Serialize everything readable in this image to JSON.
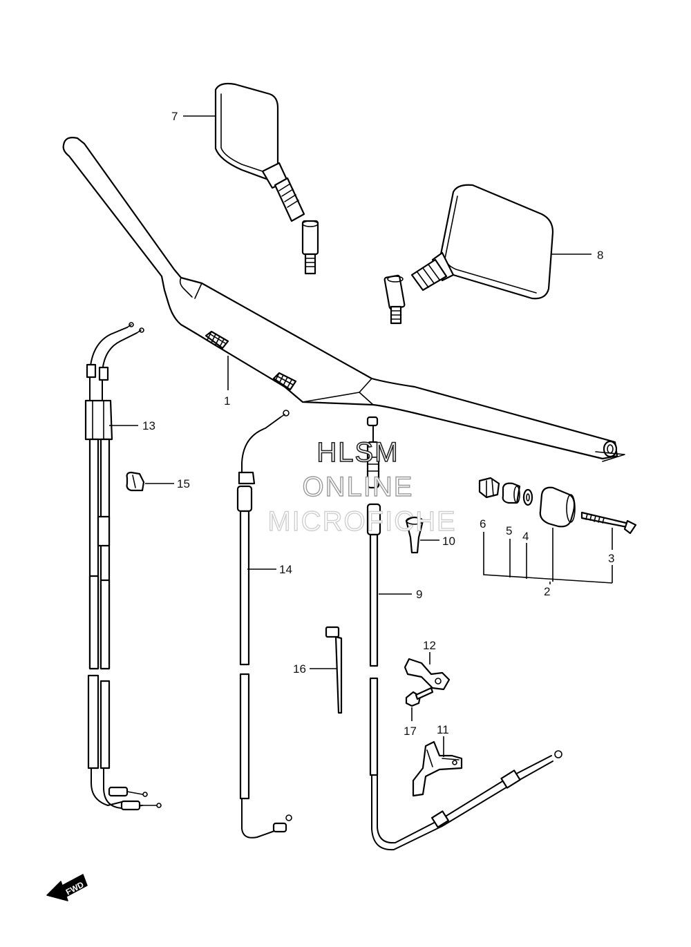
{
  "watermark": {
    "line1": "HLSM",
    "line2": "ONLINE",
    "line3": "MICROFICHE"
  },
  "direction_badge": "FWD",
  "callouts": {
    "c1": "1",
    "c2": "2",
    "c3": "3",
    "c4": "4",
    "c5": "5",
    "c6": "6",
    "c7": "7",
    "c8": "8",
    "c9": "9",
    "c10": "10",
    "c11": "11",
    "c12": "12",
    "c13": "13",
    "c14": "14",
    "c15": "15",
    "c16": "16",
    "c17": "17"
  },
  "colors": {
    "line": "#000000",
    "background": "#ffffff"
  }
}
